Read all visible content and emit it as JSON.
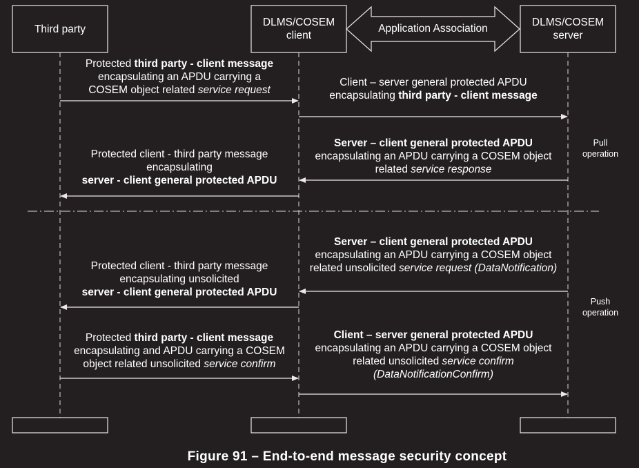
{
  "participants": {
    "third_party": "Third party",
    "client_line1": "DLMS/COSEM",
    "client_line2": "client",
    "server_line1": "DLMS/COSEM",
    "server_line2": "server"
  },
  "association_label": "Application Association",
  "messages": {
    "m1": {
      "l1_pre": "Protected ",
      "l1_bold": "third party - client message",
      "l2": "encapsulating an APDU carrying a",
      "l3_pre": "COSEM object related ",
      "l3_ital": "service request"
    },
    "m2": {
      "l1": "Client – server general protected APDU",
      "l2_pre": "encapsulating ",
      "l2_bold": "third party - client message"
    },
    "m3": {
      "l1_bold": "Server – client general protected APDU",
      "l2": "encapsulating an APDU carrying a COSEM object",
      "l3_pre": "related ",
      "l3_ital": "service response"
    },
    "m4": {
      "l1": "Protected client - third party message",
      "l2": "encapsulating",
      "l3_bold": "server - client general protected APDU"
    },
    "m5": {
      "l1_bold": "Server – client general protected APDU",
      "l2": "encapsulating an APDU carrying a COSEM object",
      "l3_pre": "related unsolicited ",
      "l3_ital": "service request (DataNotification)"
    },
    "m6": {
      "l1": "Protected client - third party message",
      "l2": "encapsulating unsolicited",
      "l3_bold": "server - client general protected APDU"
    },
    "m7": {
      "l1_pre": "Protected ",
      "l1_bold": "third party - client message",
      "l2": "encapsulating and APDU carrying a COSEM",
      "l3_pre": "object related unsolicited ",
      "l3_ital": "service confirm"
    },
    "m8": {
      "l1_bold": "Client – server general protected APDU",
      "l2": "encapsulating an APDU carrying a COSEM object",
      "l3_pre": "related unsolicited ",
      "l3_ital": "service confirm",
      "l4_ital": "(DataNotificationConfirm)"
    }
  },
  "side_labels": {
    "pull_l1": "Pull",
    "pull_l2": "operation",
    "push_l1": "Push",
    "push_l2": "operation"
  },
  "caption": "Figure 91 – End-to-end message security concept"
}
